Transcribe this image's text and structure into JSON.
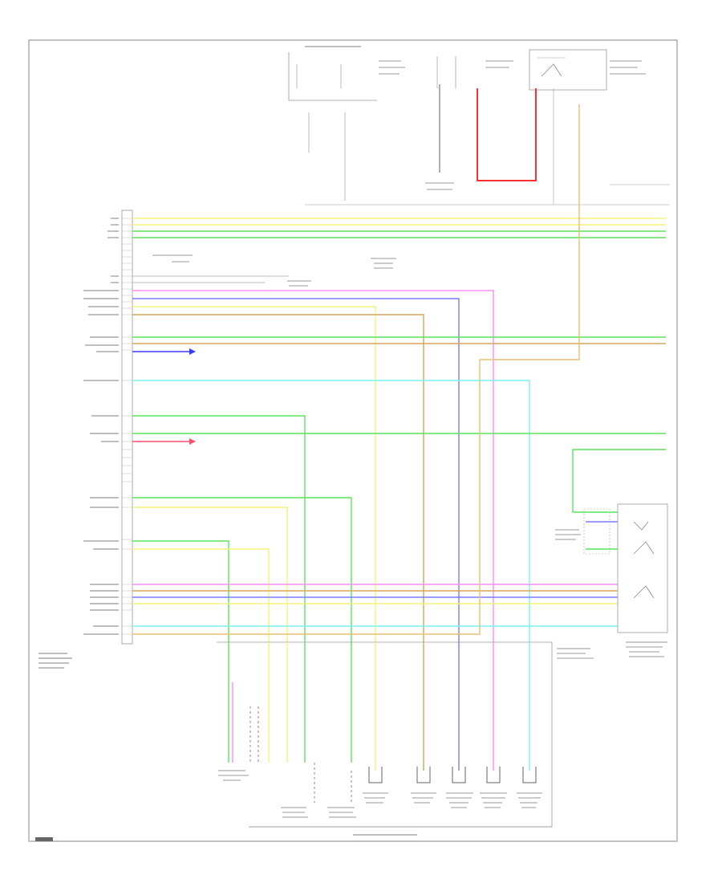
{
  "diagram": {
    "page_number": "",
    "box_labels": {
      "tcm": "",
      "control_valve": "",
      "transmission_range_switch": "",
      "turbine_speed_sensor": "",
      "junction_block": "",
      "ignition_relay": ""
    },
    "pin_labels": [],
    "wires": [
      {
        "id": "w1",
        "color": "#f5f27a"
      },
      {
        "id": "w2",
        "color": "#f5f27a"
      },
      {
        "id": "w3",
        "color": "#5ce35c"
      },
      {
        "id": "w4",
        "color": "#5ce35c"
      },
      {
        "id": "w5",
        "color": "#ff8cff"
      },
      {
        "id": "w6",
        "color": "#7b7bff"
      },
      {
        "id": "w7",
        "color": "#f5f27a"
      },
      {
        "id": "w8",
        "color": "#d9a45a"
      },
      {
        "id": "w9",
        "color": "#5ce35c"
      },
      {
        "id": "w10",
        "color": "#d9a45a"
      },
      {
        "id": "w11",
        "color": "#3a3aff"
      },
      {
        "id": "w12",
        "color": "#7af2f2"
      },
      {
        "id": "w13",
        "color": "#5ce35c"
      },
      {
        "id": "w14",
        "color": "#5ce35c"
      },
      {
        "id": "w15",
        "color": "#ff4d6a"
      },
      {
        "id": "w16",
        "color": "#5ce35c"
      },
      {
        "id": "w17",
        "color": "#f5f27a"
      },
      {
        "id": "w18",
        "color": "#5ce35c"
      },
      {
        "id": "w19",
        "color": "#f5f27a"
      },
      {
        "id": "w20",
        "color": "#ff8cff"
      },
      {
        "id": "w21",
        "color": "#d9a45a"
      },
      {
        "id": "w22",
        "color": "#7b7bff"
      },
      {
        "id": "w23",
        "color": "#f5f27a"
      },
      {
        "id": "w24",
        "color": "#7af2f2"
      },
      {
        "id": "w25",
        "color": "#e8c070"
      },
      {
        "id": "w26",
        "color": "#ff3030"
      }
    ]
  }
}
